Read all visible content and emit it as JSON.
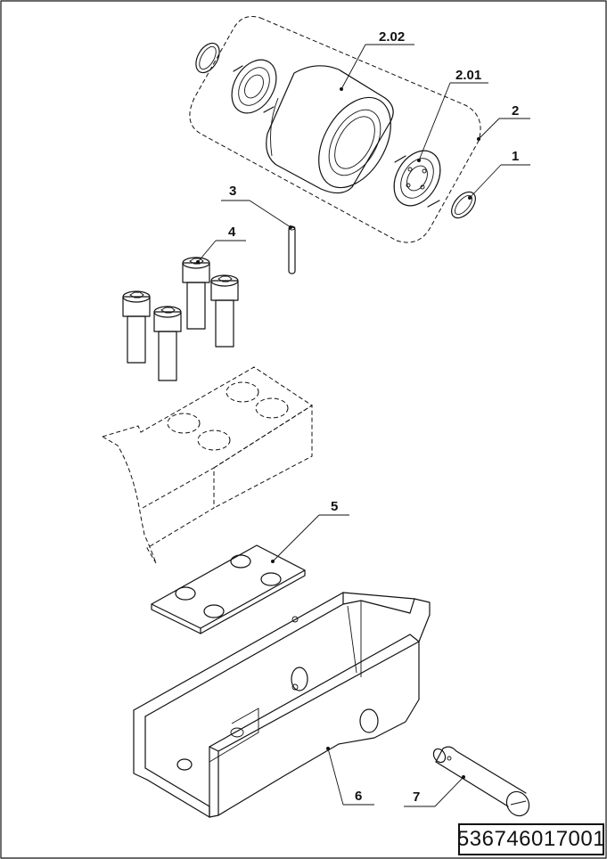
{
  "callouts": {
    "c1": "1",
    "c2": "2",
    "c201": "2.01",
    "c202": "2.02",
    "c3": "3",
    "c4": "4",
    "c5": "5",
    "c6": "6",
    "c7": "7"
  },
  "part_number": "536746017001"
}
